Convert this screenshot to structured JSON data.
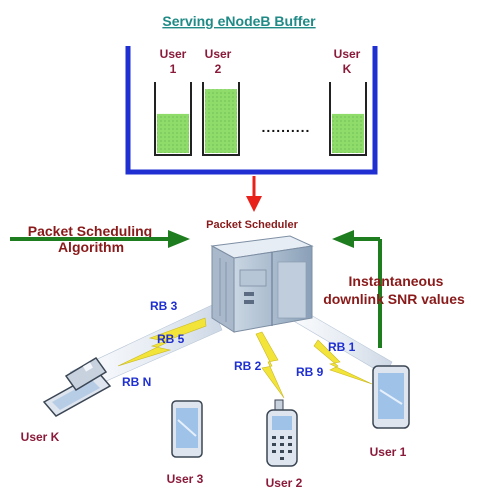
{
  "buffer": {
    "title": "Serving eNodeB Buffer",
    "user_1_label_line1": "User",
    "user_1_label_line2": "1",
    "user_2_label_line1": "User",
    "user_2_label_line2": "2",
    "user_k_label_line1": "User",
    "user_k_label_line2": "K",
    "dots": "..........",
    "fill_levels": [
      0.55,
      0.9,
      0.55
    ]
  },
  "scheduler": {
    "label": "Packet Scheduler"
  },
  "annotations": {
    "algorithm_line1": "Packet Scheduling",
    "algorithm_line2": "Algorithm",
    "snr_line1": "Instantaneous",
    "snr_line2": "downlink SNR values"
  },
  "links": {
    "rb3": "RB 3",
    "rb5": "RB 5",
    "rbn": "RB N",
    "rb2": "RB 2",
    "rb1": "RB 1",
    "rb9": "RB 9"
  },
  "users": {
    "user_k": "User K",
    "user_3": "User 3",
    "user_2": "User 2",
    "user_1": "User 1"
  },
  "colors": {
    "title_teal": "#1f8a86",
    "buffer_border": "#1f2fd1",
    "fill_green": "#8fdc6a",
    "arrow_red": "#e8211a",
    "arrow_green": "#1e7d1e",
    "annotation_maroon": "#8a1a1a",
    "rb_blue": "#1f2fd1",
    "user_maroon": "#8a1a3a",
    "lightning_yellow": "#f3e43a"
  }
}
